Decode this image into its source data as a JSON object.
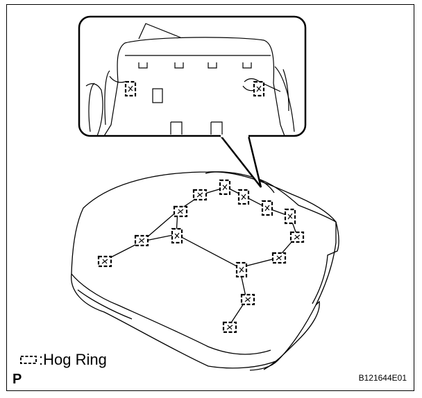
{
  "legend": {
    "symbol": "hog-ring-icon",
    "label": ":Hog Ring"
  },
  "corner_mark": "P",
  "figure_id": "B121644E01",
  "colors": {
    "line": "#000000",
    "background": "#ffffff"
  }
}
